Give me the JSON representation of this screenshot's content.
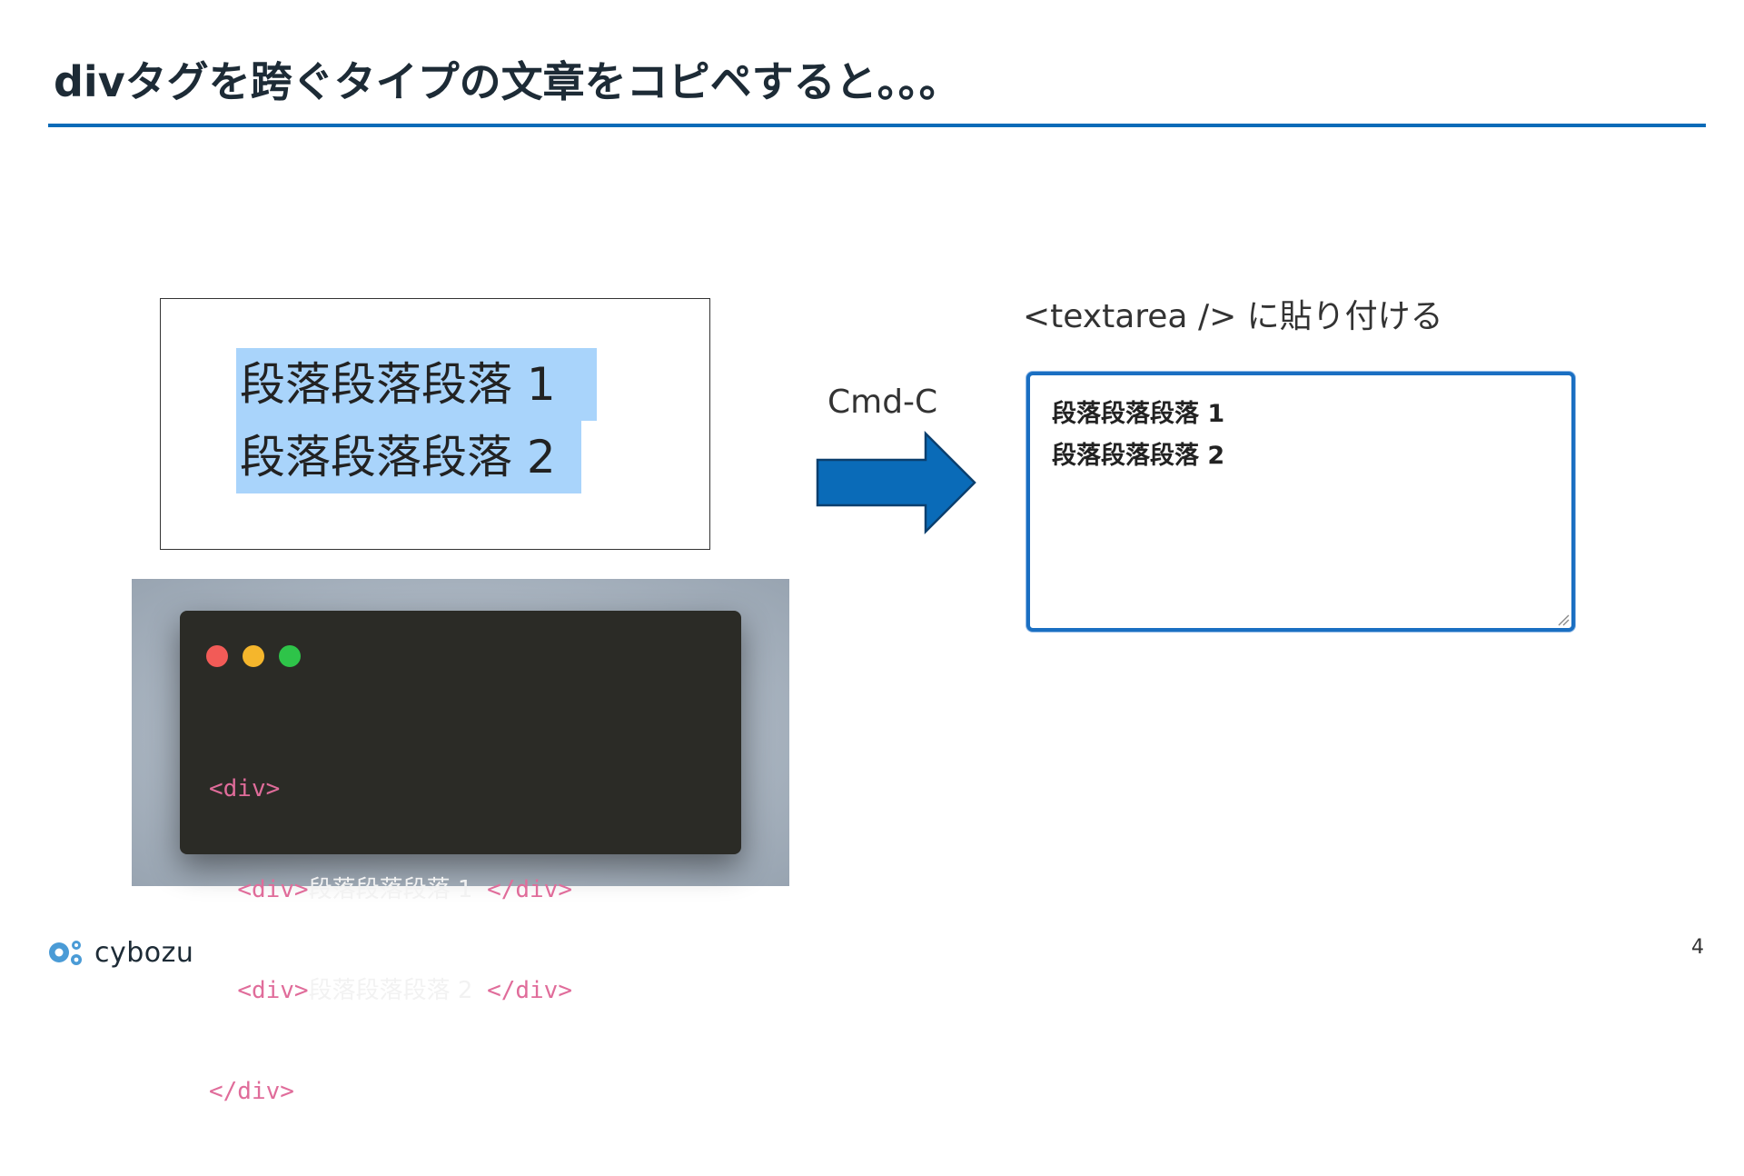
{
  "slide": {
    "title": "divタグを跨ぐタイプの文章をコピペすると。。。",
    "page_number": "4"
  },
  "render_panel": {
    "lines": [
      "段落段落段落 1",
      "段落段落段落 2"
    ]
  },
  "code_window": {
    "line1_tag": "<div>",
    "line2_open": "<div>",
    "line2_text": "段落段落段落 1",
    "line2_close": "</div>",
    "line3_open": "<div>",
    "line3_text": "段落段落段落 2",
    "line3_close": "</div>",
    "line4_tag": "</div>"
  },
  "copy_action": {
    "label": "Cmd-C"
  },
  "textarea_panel": {
    "label": "<textarea /> に貼り付ける",
    "lines": [
      "段落段落段落 1",
      "段落段落段落 2"
    ]
  },
  "footer": {
    "logo_text": "cybozu"
  },
  "colors": {
    "accent": "#0a6bb8",
    "selection": "#a9d4fb",
    "code_bg": "#2b2b26",
    "code_tag": "#e06c9a"
  }
}
